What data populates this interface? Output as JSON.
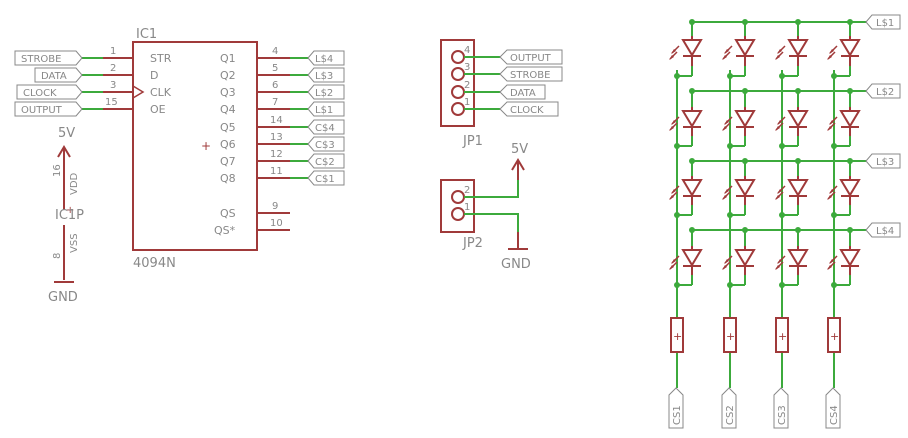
{
  "colors": {
    "wire": "#3caa3c",
    "symbol": "#a03a3a",
    "text": "#888888",
    "label_border": "#888888",
    "background": "#ffffff"
  },
  "ic1": {
    "name": "IC1",
    "value": "4094N",
    "left_pins": [
      {
        "num": "1",
        "name": "STR",
        "net": "STROBE"
      },
      {
        "num": "2",
        "name": "D",
        "net": "DATA"
      },
      {
        "num": "3",
        "name": "CLK",
        "net": "CLOCK"
      },
      {
        "num": "15",
        "name": "OE",
        "net": "OUTPUT"
      }
    ],
    "right_pins": [
      {
        "num": "4",
        "name": "Q1",
        "net": "L$4"
      },
      {
        "num": "5",
        "name": "Q2",
        "net": "L$3"
      },
      {
        "num": "6",
        "name": "Q3",
        "net": "L$2"
      },
      {
        "num": "7",
        "name": "Q4",
        "net": "L$1"
      },
      {
        "num": "14",
        "name": "Q5",
        "net": "C$4"
      },
      {
        "num": "13",
        "name": "Q6",
        "net": "C$3"
      },
      {
        "num": "12",
        "name": "Q7",
        "net": "C$2"
      },
      {
        "num": "11",
        "name": "Q8",
        "net": "C$1"
      },
      {
        "num": "9",
        "name": "QS",
        "net": ""
      },
      {
        "num": "10",
        "name": "QS*",
        "net": ""
      }
    ],
    "center_mark": "+"
  },
  "ic1p": {
    "name": "IC1P",
    "vdd_label": "VDD",
    "vdd_pin": "16",
    "vss_label": "VSS",
    "vss_pin": "8",
    "supply_top": "5V",
    "supply_bottom": "GND"
  },
  "jp1": {
    "name": "JP1",
    "pins": [
      {
        "num": "4",
        "net": "OUTPUT"
      },
      {
        "num": "3",
        "net": "STROBE"
      },
      {
        "num": "2",
        "net": "DATA"
      },
      {
        "num": "1",
        "net": "CLOCK"
      }
    ]
  },
  "jp2": {
    "name": "JP2",
    "pins": [
      {
        "num": "2",
        "net": "5V"
      },
      {
        "num": "1",
        "net": "GND"
      }
    ],
    "supply_top": "5V",
    "supply_bottom": "GND"
  },
  "led_matrix": {
    "row_labels": [
      "L$1",
      "L$2",
      "L$3",
      "L$4"
    ],
    "column_labels": [
      "CS1",
      "CS2",
      "CS3",
      "CS4"
    ],
    "resistor_mark": "+"
  }
}
